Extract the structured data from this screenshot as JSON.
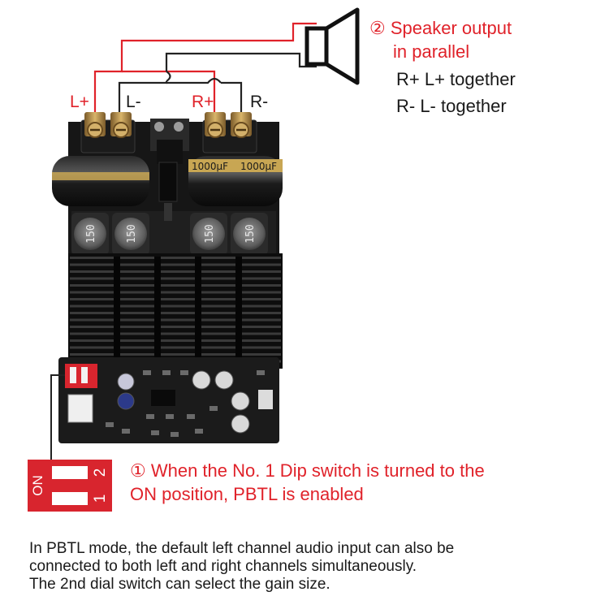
{
  "callout_speaker": {
    "heading_line1": "② Speaker output",
    "heading_line2": "in parallel",
    "rule_plus": "R+ L+ together",
    "rule_minus": "R- L- together"
  },
  "terminals": {
    "l_plus": "L+",
    "l_minus": "L-",
    "r_plus": "R+",
    "r_minus": "R-"
  },
  "board": {
    "capacitor_marking": "1000μF",
    "inductor_marking": "150"
  },
  "dip_switch": {
    "on_label": "ON",
    "num_1": "1",
    "num_2": "2"
  },
  "callout_dip": {
    "line1": "① When the No. 1 Dip switch is turned to the",
    "line2": "ON position, PBTL is enabled"
  },
  "note": {
    "line1": "In PBTL mode, the default left channel audio input can also be",
    "line2": "connected to both left and right channels simultaneously.",
    "line3": "The 2nd dial switch can select the gain size."
  },
  "colors": {
    "accent_red": "#e0222a",
    "wire_black": "#222222",
    "pcb_black": "#161616",
    "heatsink": "#0d0d0d",
    "capacitor_gold": "#c8a653",
    "dip_red": "#d8252e"
  }
}
